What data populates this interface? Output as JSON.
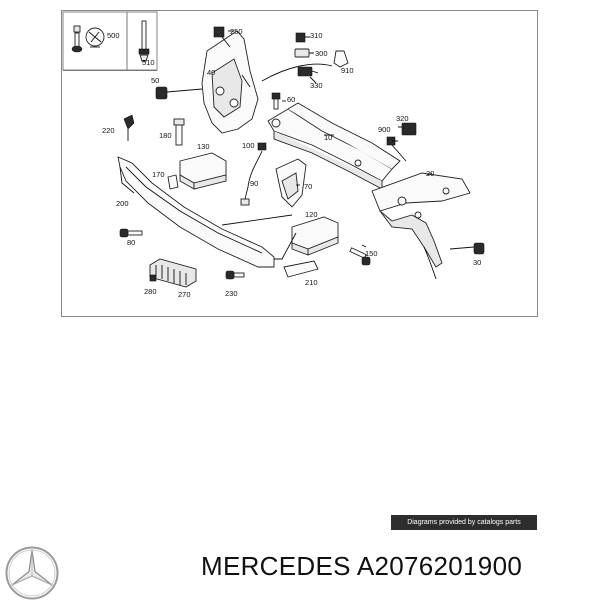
{
  "diagram": {
    "callouts": {
      "c500": "500",
      "c510": "510",
      "c250": "250",
      "c310": "310",
      "c300": "300",
      "c910": "910",
      "c330": "330",
      "c40": "40",
      "c50": "50",
      "c60": "60",
      "c10": "10",
      "c320": "320",
      "c900": "900",
      "c220": "220",
      "c180": "180",
      "c130": "130",
      "c100": "100",
      "c170": "170",
      "c90": "90",
      "c70": "70",
      "c20": "20",
      "c200": "200",
      "c120": "120",
      "c80": "80",
      "c150": "150",
      "c30": "30",
      "c280": "280",
      "c270": "270",
      "c230": "230",
      "c210": "210"
    }
  },
  "credit": "Diagrams provided by catalogs parts",
  "brand": {
    "logo_icon": "three-pointed-star-icon",
    "text": "MERCEDES A2076201900"
  }
}
